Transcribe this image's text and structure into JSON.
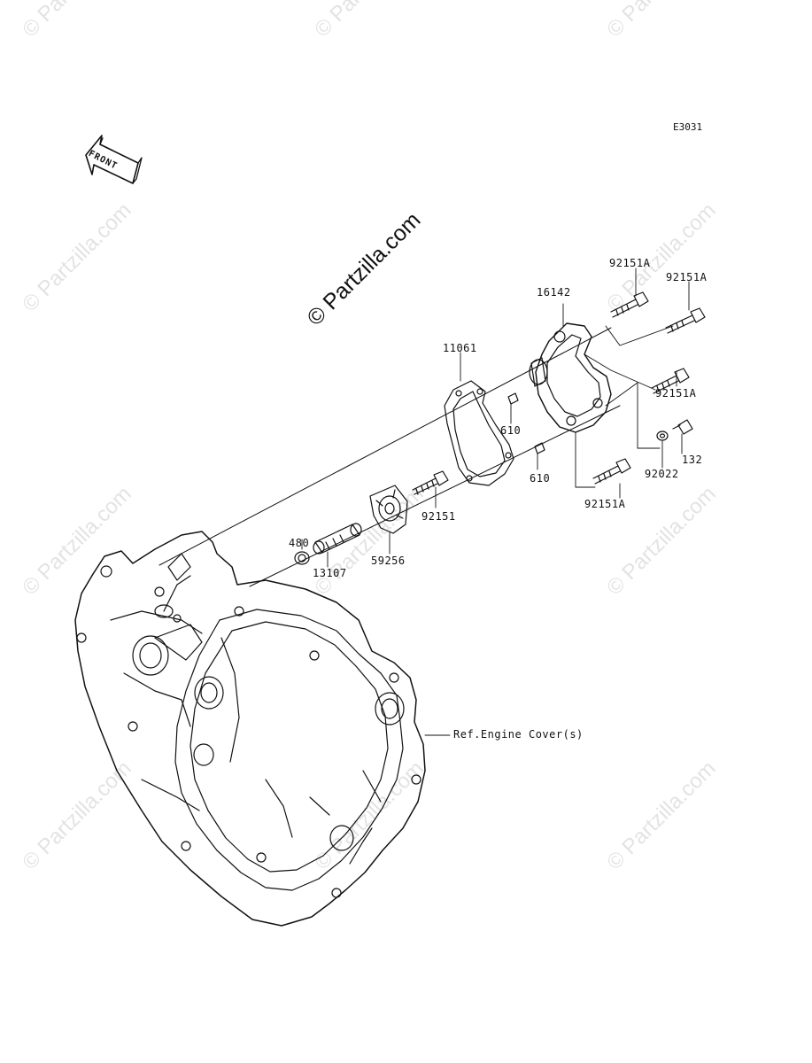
{
  "diagram": {
    "id": "E3031",
    "front_arrow": "FRONT",
    "watermark_center": "© Partzilla.com",
    "watermark_tile": "© Partzilla.com",
    "ref_note": "Ref.Engine Cover(s)",
    "parts": {
      "p16142": "16142",
      "p92151A_top": "92151A",
      "p92151A_right": "92151A",
      "p92151A_mid": "92151A",
      "p92151A_bot": "92151A",
      "p11061": "11061",
      "p610_a": "610",
      "p610_b": "610",
      "p92022": "92022",
      "p132": "132",
      "p92151": "92151",
      "p480": "480",
      "p13107": "13107",
      "p59256": "59256"
    }
  }
}
